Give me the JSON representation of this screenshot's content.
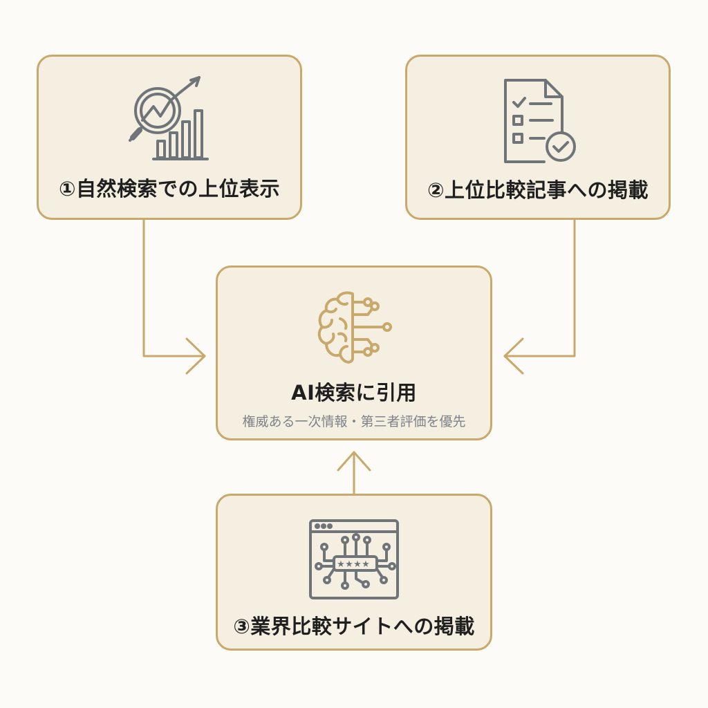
{
  "nodes": {
    "organic": {
      "label": "①自然検索での上位表示",
      "icon": "search-growth-chart-icon"
    },
    "comparison_articles": {
      "label": "②上位比較記事への掲載",
      "icon": "checklist-document-icon"
    },
    "ai_citation": {
      "label": "AI検索に引用",
      "sublabel": "権威ある一次情報・第三者評価を優先",
      "icon": "ai-brain-circuit-icon"
    },
    "industry_sites": {
      "label": "③業界比較サイトへの掲載",
      "icon": "rating-website-icon"
    }
  },
  "colors": {
    "accent": "#c9a96b",
    "box_fill": "#f4efe1",
    "icon_gray": "#6f7479",
    "background": "#fcfbf7"
  }
}
